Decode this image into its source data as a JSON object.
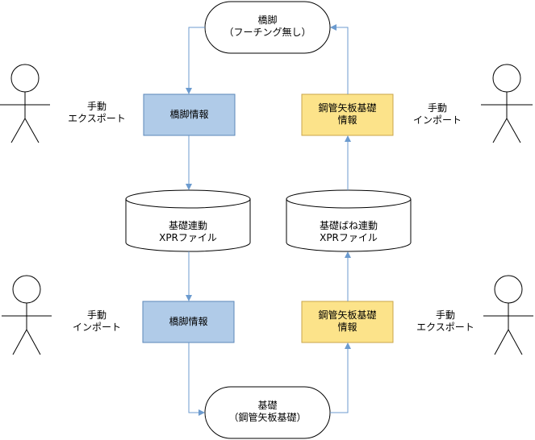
{
  "colors": {
    "blue_fill": "#b0cbe8",
    "blue_stroke": "#5b87b9",
    "yellow_fill": "#fce38a",
    "yellow_stroke": "#caa54a",
    "arrow": "#6c9bcf"
  },
  "nodes": {
    "pier_top": {
      "line1": "橋脚",
      "line2": "（フーチング無し）"
    },
    "pier_info_top": {
      "line1": "橋脚情報"
    },
    "steel_info_top": {
      "line1": "鋼管矢板基礎",
      "line2": "情報"
    },
    "db_foundation_link": {
      "line1": "基礎連動",
      "line2": "XPRファイル"
    },
    "db_spring_link": {
      "line1": "基礎ばね連動",
      "line2": "XPRファイル"
    },
    "pier_info_bottom": {
      "line1": "橋脚情報"
    },
    "steel_info_bottom": {
      "line1": "鋼管矢板基礎",
      "line2": "情報"
    },
    "foundation_bottom": {
      "line1": "基礎",
      "line2": "（鋼管矢板基礎）"
    }
  },
  "actors": {
    "top_left": {
      "line1": "手動",
      "line2": "エクスポート"
    },
    "top_right": {
      "line1": "手動",
      "line2": "インポート"
    },
    "bottom_left": {
      "line1": "手動",
      "line2": "インポート"
    },
    "bottom_right": {
      "line1": "手動",
      "line2": "エクスポート"
    }
  }
}
